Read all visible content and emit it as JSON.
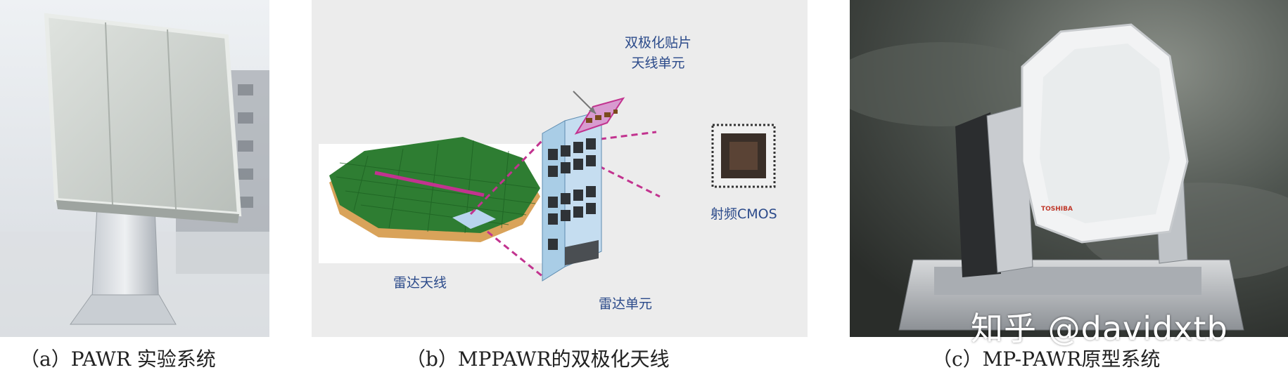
{
  "captions": {
    "a": "（a）PAWR 实验系统",
    "b": "（b）MPPAWR的双极化天线",
    "c": "（c）MP-PAWR原型系统"
  },
  "labels": {
    "patch": "双极化贴片\n天线单元",
    "radar_antenna": "雷达天线",
    "radar_unit": "雷达单元",
    "rf_cmos": "射频CMOS"
  },
  "prototype_brand": "TOSHIBA",
  "watermark": "知乎 @davidxtb",
  "colors": {
    "antenna_green": "#2e7d32",
    "accent_magenta": "#c2338f",
    "label_blue": "#2b4a8a",
    "unit_blue": "#a9cde6"
  }
}
